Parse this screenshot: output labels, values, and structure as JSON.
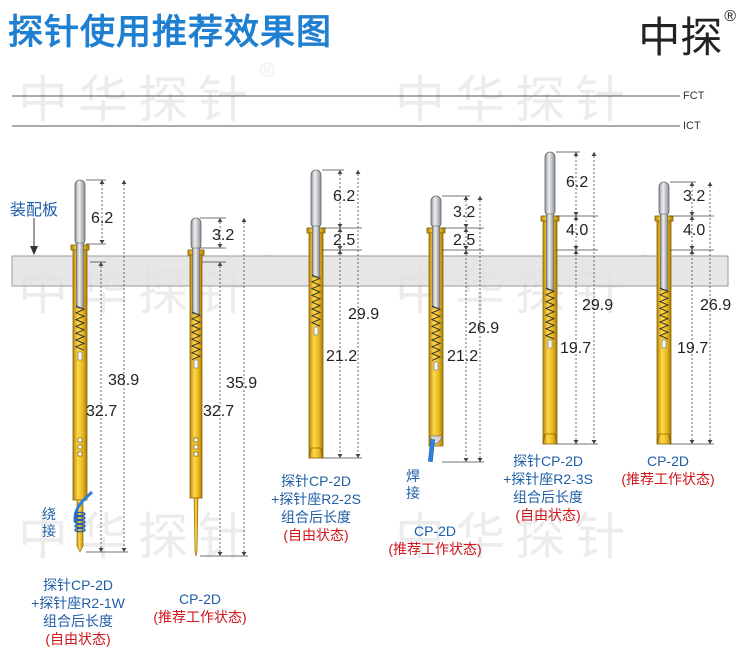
{
  "header": {
    "title": "探针使用推荐效果图",
    "brand": "中探",
    "brand_mark": "®"
  },
  "watermark": {
    "text": "中华探针",
    "mark": "®"
  },
  "rails": {
    "fct": "FCT",
    "ict": "ICT"
  },
  "plate_label": "装配板",
  "colors": {
    "accent": "#1f7fd1",
    "red": "#d0161b",
    "gold": "#e8b820",
    "silver": "#b9bec4",
    "plate": "#e2e2e2",
    "wire": "#2f7fe0"
  },
  "probes": [
    {
      "measurements": [
        "6.2",
        "38.9",
        "32.7"
      ],
      "side_label": [
        "绕",
        "接"
      ],
      "caption": [
        "探针CP-2D",
        "+探针座R2-1W",
        "组合后长度"
      ],
      "caption_status": "(自由状态)"
    },
    {
      "measurements": [
        "3.2",
        "35.9",
        "32.7"
      ],
      "caption": [
        "CP-2D"
      ],
      "caption_status": "(推荐工作状态)"
    },
    {
      "measurements": [
        "6.2",
        "2.5",
        "29.9",
        "21.2"
      ],
      "caption": [
        "探针CP-2D",
        "+探针座R2-2S",
        "组合后长度"
      ],
      "caption_status": "(自由状态)"
    },
    {
      "measurements": [
        "3.2",
        "2.5",
        "26.9",
        "21.2"
      ],
      "side_label": [
        "焊",
        "接"
      ],
      "caption": [
        "CP-2D"
      ],
      "caption_status": "(推荐工作状态)"
    },
    {
      "measurements": [
        "6.2",
        "4.0",
        "29.9",
        "19.7"
      ],
      "caption": [
        "探针CP-2D",
        "+探针座R2-3S",
        "组合后长度"
      ],
      "caption_status": "(自由状态)"
    },
    {
      "measurements": [
        "3.2",
        "4.0",
        "26.9",
        "19.7"
      ],
      "caption": [
        "CP-2D"
      ],
      "caption_status": "(推荐工作状态)"
    }
  ]
}
